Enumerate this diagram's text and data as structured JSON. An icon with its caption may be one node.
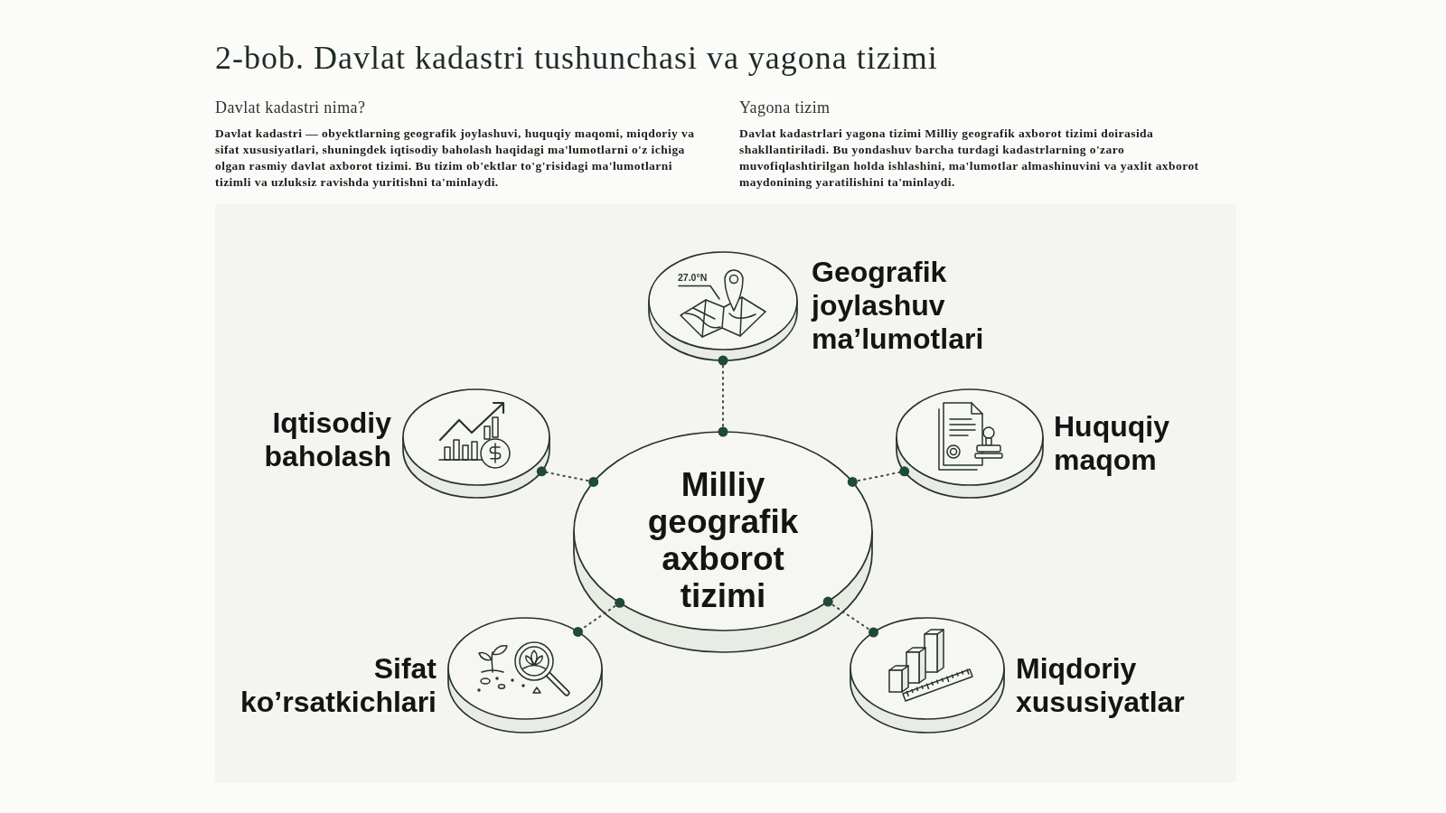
{
  "diagram": {
    "title": "2-bob. Davlat kadastri tushunchasi va yagona tizimi",
    "nodes": [
      {
        "text": [
          "27.0°N",
          "Geografik joylashuv ma’lumotlari"
        ]
      },
      {
        "text": [
          "Iqtisodiy baholash"
        ]
      },
      {
        "text": [
          "Huquqiy maqom"
        ]
      },
      {
        "text": [
          "Milliy geografik axborot tizimi"
        ]
      },
      {
        "text": [
          "Sifat ko’rsatkichlari"
        ]
      },
      {
        "text": [
          "Miqdoriy xususiyatlar"
        ]
      }
    ],
    "edges": [
      {
        "from": 3,
        "to": 0,
        "arrow": "other",
        "style": "dashed"
      },
      {
        "from": 3,
        "to": 1,
        "arrow": "other",
        "style": "dashed"
      },
      {
        "from": 3,
        "to": 2,
        "arrow": "other",
        "style": "dashed"
      },
      {
        "from": 3,
        "to": 4,
        "arrow": "other",
        "style": "dashed"
      },
      {
        "from": 3,
        "to": 5,
        "arrow": "other",
        "style": "dashed"
      }
    ],
    "labels": [
      "Davlat kadastri nima?",
      "Davlat kadastri — obyektlarning geografik joylashuvi, huquqiy maqomi, miqdoriy va sifat xususiyatlari, shuningdek iqtisodiy baholash haqidagi ma'lumotlarni o'z ichiga olgan rasmiy davlat axborot tizimi. Bu tizim ob'ektlar to'g'risidagi ma'lumotlarni tizimli va uzluksiz ravishda yuritishni ta'minlaydi.",
      "Yagona tizim",
      "Davlat kadastrlari yagona tizimi Milliy geografik axborot tizimi doirasida shakllantiriladi. Bu yondashuv barcha turdagi kadastrlarning o'zaro muvofiqlashtirilgan holda ishlashini, ma'lumotlar almashinuvini va yaxlit axborot maydonining yaratilishini ta'minlaydi."
    ]
  }
}
